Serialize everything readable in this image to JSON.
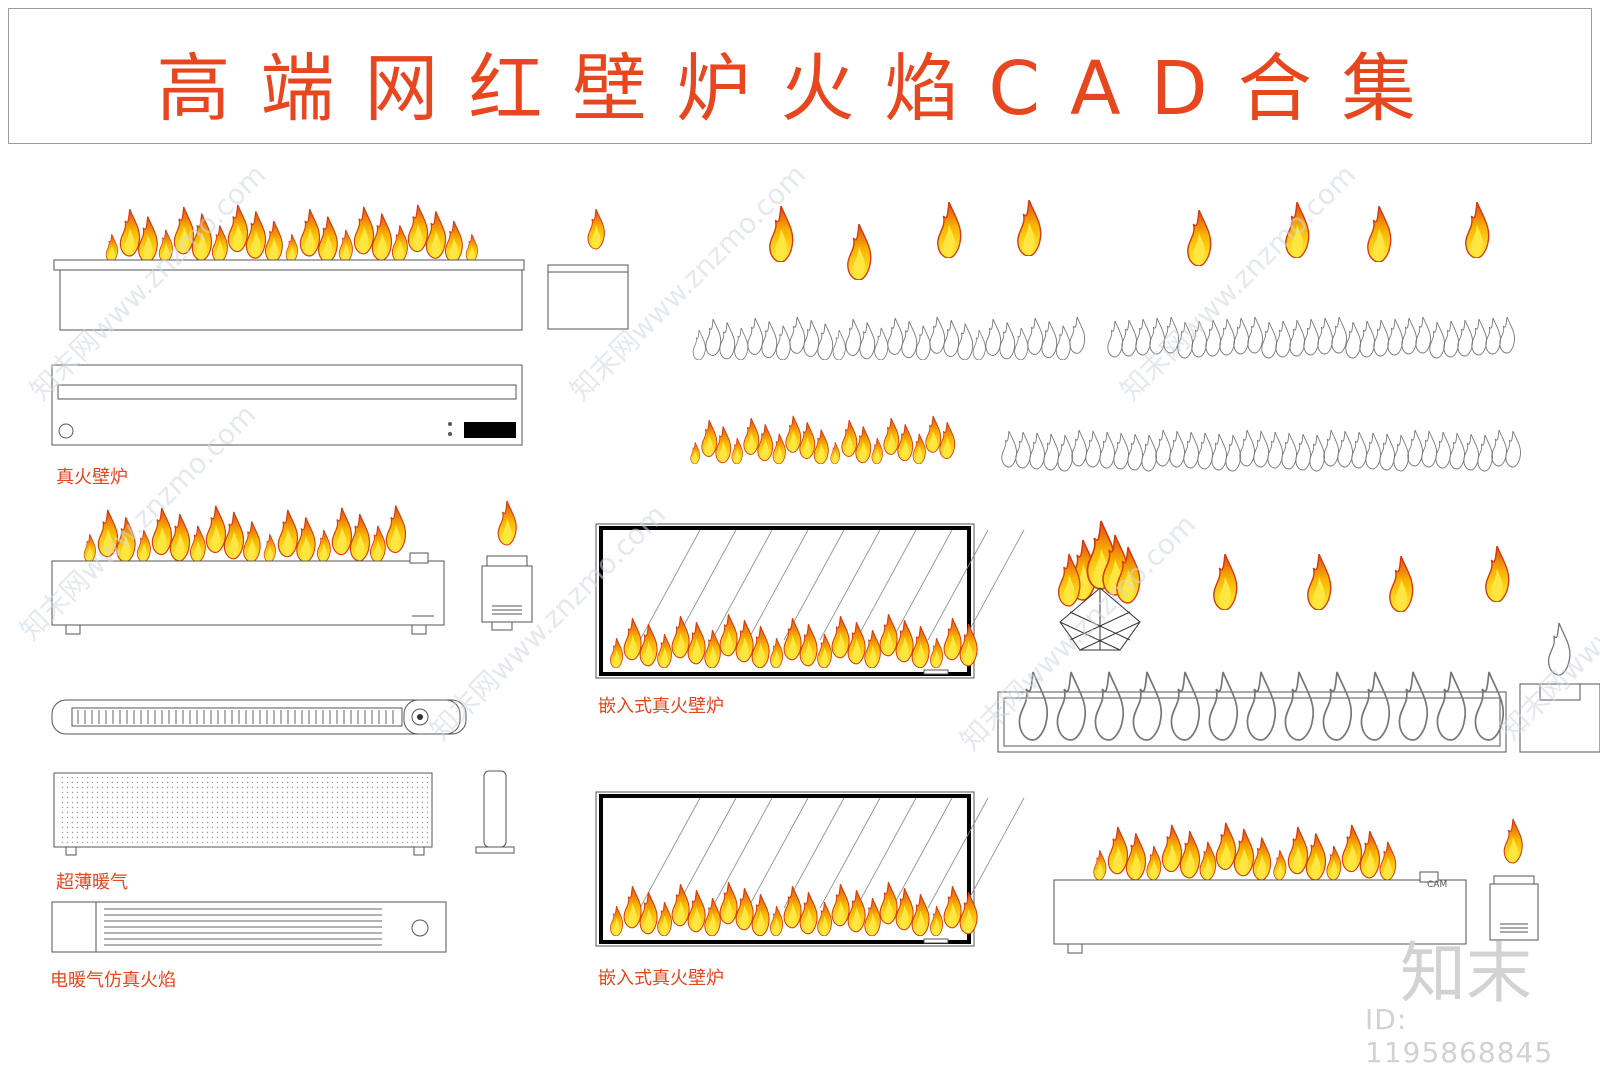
{
  "title": "高端网红壁炉火焰CAD合集",
  "labels": {
    "real_fire": "真火壁炉",
    "embedded_1": "嵌入式真火壁炉",
    "embedded_2": "嵌入式真火壁炉",
    "ultrathin": "超薄暖气",
    "electric": "电暖气仿真火焰",
    "cam": "CAM"
  },
  "watermarks": [
    "知末网www.znzmo.com",
    "知末网www.znzmo.com",
    "知末网www.znzmo.com",
    "知末网www.znzmo.com",
    "知末网www.znzmo.com",
    "知末网www.znzmo.com",
    "知末网www.znzmo.com"
  ],
  "brand": "知末",
  "image_id": "ID: 1195868845",
  "colors": {
    "title": "#e8461e",
    "flame_outer": "#f7b800",
    "flame_inner": "#ffe640",
    "flame_edge": "#d63a10",
    "line": "#555555"
  }
}
